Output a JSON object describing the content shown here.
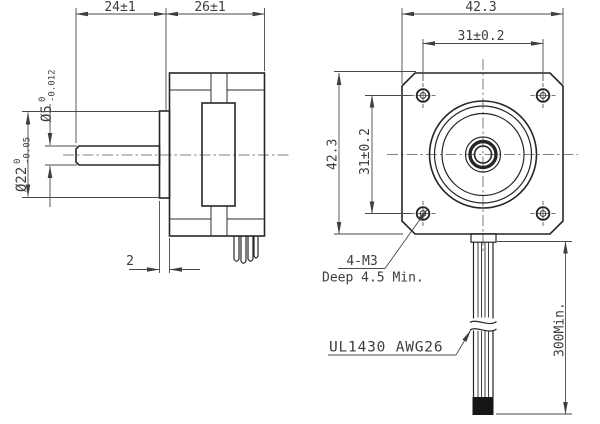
{
  "drawing": {
    "type": "engineering-drawing",
    "subject": "stepper-motor-two-view",
    "colors": {
      "background": "#ffffff",
      "object_lines": "#262626",
      "dimension_lines": "#4a4a4a",
      "text": "#3d3d3d"
    },
    "side_view": {
      "shaft_length": "24±1",
      "body_depth": "26±1",
      "shaft_dia_main": "Ø5",
      "shaft_dia_tol_upper": "0",
      "shaft_dia_tol_lower": "-0.012",
      "boss_dia_main": "Ø22",
      "boss_dia_tol_upper": "0",
      "boss_dia_tol_lower": "-0.05",
      "boss_height": "2"
    },
    "front_view": {
      "face_width": "42.3",
      "face_height": "42.3",
      "hole_spacing_h": "31±0.2",
      "hole_spacing_v": "31±0.2",
      "mount_note_line1": "4-M3",
      "mount_note_line2": "Deep 4.5 Min.",
      "wire_note": "UL1430 AWG26",
      "wire_length": "300Min."
    }
  }
}
